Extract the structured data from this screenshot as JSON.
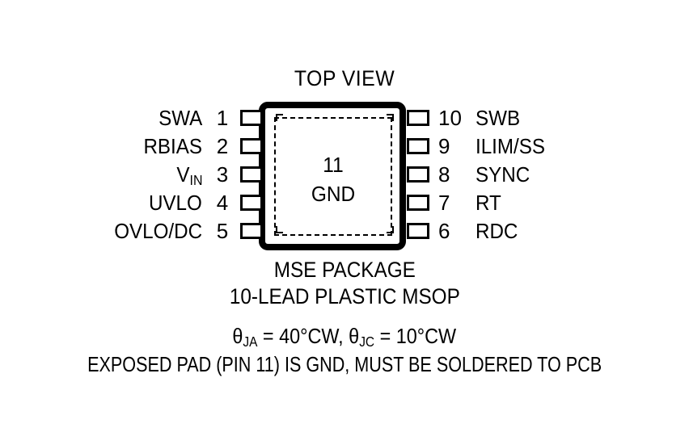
{
  "diagram": {
    "view_label": "TOP VIEW",
    "center_pad": {
      "pin_number": "11",
      "pin_name": "GND"
    },
    "left_pins": [
      {
        "number": "1",
        "name": "SWA"
      },
      {
        "number": "2",
        "name": "RBIAS"
      },
      {
        "number": "3",
        "name": "V",
        "subscript": "IN"
      },
      {
        "number": "4",
        "name": "UVLO"
      },
      {
        "number": "5",
        "name": "OVLO/DC"
      }
    ],
    "right_pins": [
      {
        "number": "10",
        "name": "SWB"
      },
      {
        "number": "9",
        "name": "ILIM/SS"
      },
      {
        "number": "8",
        "name": "SYNC"
      },
      {
        "number": "7",
        "name": "RT"
      },
      {
        "number": "6",
        "name": "RDC"
      }
    ],
    "captions": {
      "package_name": "MSE PACKAGE",
      "lead_type": "10-LEAD PLASTIC MSOP",
      "theta_ja_symbol": "θ",
      "theta_ja_sub": "JA",
      "theta_ja_value": " = 40°CW, ",
      "theta_jc_symbol": "θ",
      "theta_jc_sub": "JC",
      "theta_jc_value": " = 10°CW",
      "exposed_pad_note": "EXPOSED PAD (PIN 11) IS GND, MUST BE SOLDERED TO PCB"
    },
    "colors": {
      "ink": "#000000",
      "background": "#ffffff"
    }
  }
}
